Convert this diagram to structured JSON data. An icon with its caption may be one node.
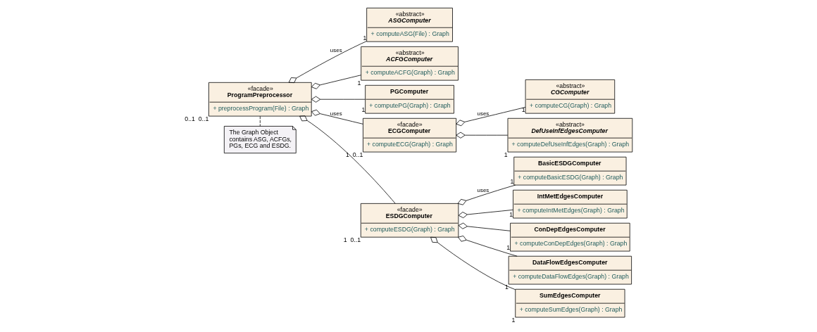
{
  "diagram": {
    "nodes": [
      {
        "text": [
          "«abstract»",
          "ASGComputer",
          "+ computeASG(File) : Graph"
        ],
        "beside": [
          "1"
        ]
      },
      {
        "text": [
          "«facade»",
          "ProgramPreprocessor",
          "+ preprocessProgram(File) : Graph"
        ],
        "beside": [
          "0..1",
          "0..1"
        ]
      },
      {
        "text": [
          "The Graph Object contains ASG, ACFGs, PGs, ECG and ESDG."
        ]
      },
      {
        "text": [
          "«abstract»",
          "ACFGComputer",
          "+ computeACFG(Graph) : Graph"
        ],
        "beside": [
          "1"
        ]
      },
      {
        "text": [
          "PGComputer",
          "+ computePG(Graph) : Graph"
        ],
        "beside": [
          "1"
        ]
      },
      {
        "text": [
          "«facade»",
          "ECGComputer",
          "+ computeECG(Graph) : Graph"
        ],
        "beside": [
          "1",
          "0..1"
        ]
      },
      {
        "text": [
          "«facade»",
          "ESDGComputer",
          "+ computeESDG(Graph) : Graph"
        ],
        "beside": [
          "1",
          "0..1"
        ]
      },
      {
        "text": [
          "BasicESDGComputer",
          "+ computeBasicESDG(Graph) : Graph"
        ],
        "beside": [
          "1"
        ]
      },
      {
        "text": [
          "IntMetEdgesComputer",
          "+ computeIntMetEdges(Graph) : Graph"
        ],
        "beside": [
          "1"
        ]
      },
      {
        "text": [
          "ConDepEdgesComputer",
          "+ computeConDepEdges(Graph) : Graph"
        ],
        "beside": [
          "1"
        ]
      },
      {
        "text": [
          "«abstract»",
          "CGComputer",
          "+ computeCG(Graph) : Graph"
        ],
        "beside": [
          "1"
        ]
      },
      {
        "text": [
          "«abstract»",
          "DefUseInfEdgesComputer",
          "+ computeDefUseInfEdges(Graph) : Graph"
        ],
        "beside": [
          "1"
        ]
      },
      {
        "text": [
          "DataFlowEdgesComputer",
          "+ computeDataFlowEdges(Graph) : Graph"
        ],
        "beside": [
          "1"
        ]
      },
      {
        "text": [
          "SumEdgesComputer",
          "+ computeSumEdges(Graph) : Graph"
        ],
        "beside": [
          "1"
        ]
      }
    ],
    "edges": [
      {
        "from": 1,
        "to": 0,
        "arrow": "other",
        "label": "uses"
      },
      {
        "from": 1,
        "to": 3,
        "arrow": "other"
      },
      {
        "from": 1,
        "to": 4,
        "arrow": "other"
      },
      {
        "from": 1,
        "to": 2,
        "arrow": "none",
        "style": "dashed"
      },
      {
        "from": 1,
        "to": 5,
        "arrow": "other",
        "label": "uses"
      },
      {
        "from": 1,
        "to": 6,
        "arrow": "other"
      },
      {
        "from": 6,
        "to": 7,
        "arrow": "other",
        "label": "uses"
      },
      {
        "from": 6,
        "to": 8,
        "arrow": "other"
      },
      {
        "from": 6,
        "to": 9,
        "arrow": "other"
      },
      {
        "from": 6,
        "to": 12,
        "arrow": "other"
      },
      {
        "from": 6,
        "to": 13,
        "arrow": "other"
      },
      {
        "from": 5,
        "to": 10,
        "arrow": "other",
        "label": "uses"
      },
      {
        "from": 5,
        "to": 11,
        "arrow": "other"
      }
    ]
  }
}
